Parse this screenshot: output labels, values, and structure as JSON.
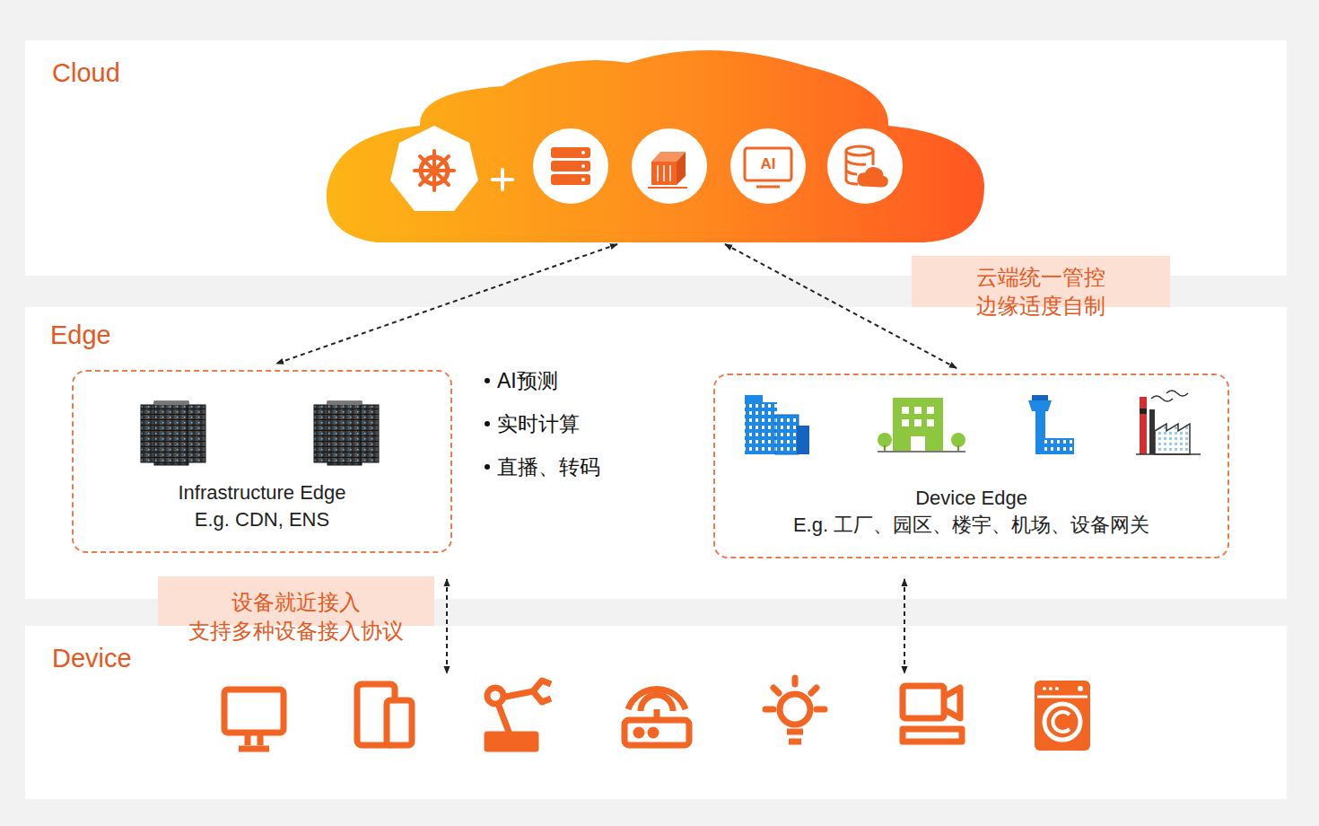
{
  "diagram": {
    "nodes": [
      {
        "text": [
          "Cloud"
        ]
      },
      {
        "text": [
          "云端统一管控",
          "边缘适度自制"
        ]
      },
      {
        "text": [
          "Edge"
        ]
      },
      {
        "text": [
          "Infrastructure Edge",
          "E.g. CDN, ENS"
        ],
        "in": 2
      },
      {
        "text": [
          "Device Edge",
          "E.g. 工厂、园区、楼宇、机场、设备网关"
        ],
        "in": 2
      },
      {
        "text": [
          "设备就近接入",
          "支持多种设备接入协议"
        ]
      },
      {
        "text": [
          "Device"
        ]
      }
    ],
    "edges": [
      {
        "from": 0,
        "to": 3,
        "arrow": "both"
      },
      {
        "from": 0,
        "to": 4,
        "arrow": "both"
      },
      {
        "from": 3,
        "to": 6,
        "arrow": "both"
      },
      {
        "from": 4,
        "to": 6,
        "arrow": "both"
      }
    ],
    "labels": [
      "AI预测",
      "实时计算",
      "直播、转码",
      "AI"
    ]
  }
}
